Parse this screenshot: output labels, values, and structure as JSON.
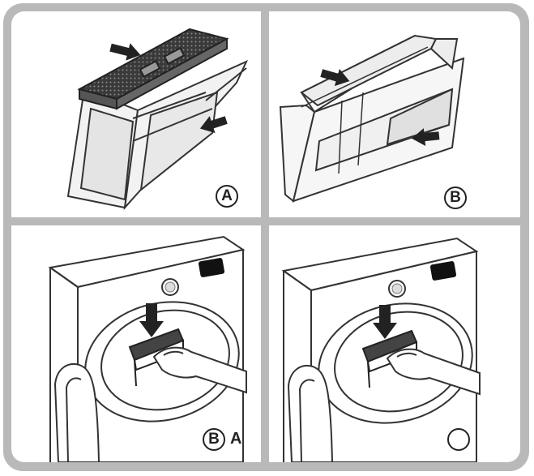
{
  "figure": {
    "panels": [
      {
        "id": "top-left",
        "marker": "A",
        "suffix": ""
      },
      {
        "id": "top-right",
        "marker": "B",
        "suffix": ""
      },
      {
        "id": "bottom-left",
        "marker": "B",
        "suffix": "A"
      },
      {
        "id": "bottom-right",
        "marker": "",
        "suffix": ""
      }
    ]
  },
  "colors": {
    "frame": "#b9b9b9",
    "ink": "#222222",
    "panel": "#ffffff"
  },
  "icons": [
    "arrow-right-icon",
    "arrow-left-icon",
    "arrow-down-icon",
    "hand-icon",
    "power-button-icon",
    "display-panel-icon"
  ]
}
